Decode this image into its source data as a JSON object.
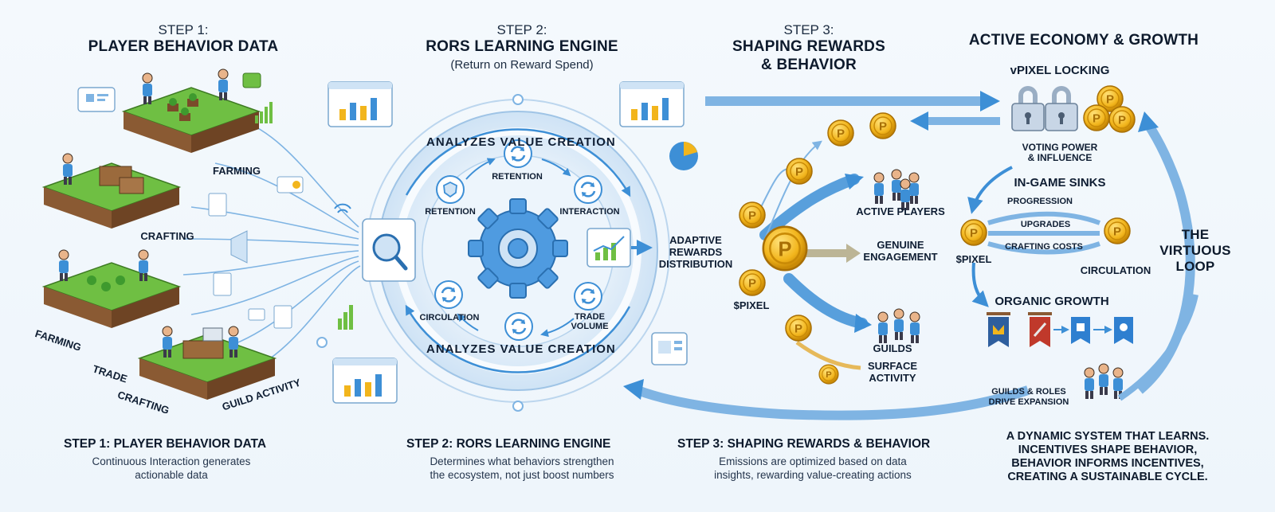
{
  "step1": {
    "label": "STEP 1:",
    "title": "PLAYER BEHAVIOR DATA",
    "tiles": [
      "FARMING",
      "CRAFTING",
      "FARMING",
      "TRADE",
      "CRAFTING",
      "GUILD ACTIVITY"
    ],
    "footer_title": "STEP 1: PLAYER BEHAVIOR DATA",
    "footer_desc_1": "Continuous Interaction generates",
    "footer_desc_2": "actionable data"
  },
  "step2": {
    "label": "STEP 2:",
    "title": "RORS LEARNING ENGINE",
    "subtitle": "(Return on Reward Spend)",
    "ring_text_top": "ANALYZES VALUE CREATION",
    "ring_text_bottom": "ANALYZES VALUE CREATION",
    "nodes": [
      "RETENTION",
      "RETENTION",
      "INTERACTION",
      "CIRCULATION",
      "TRADE",
      "VOLUME"
    ],
    "footer_title": "STEP 2: RORS LEARNING ENGINE",
    "footer_desc_1": "Determines what behaviors strengthen",
    "footer_desc_2": "the ecosystem, not just boost numbers"
  },
  "step3": {
    "label": "STEP 3:",
    "title_1": "SHAPING REWARDS",
    "title_2": "& BEHAVIOR",
    "distribution_1": "ADAPTIVE",
    "distribution_2": "REWARDS",
    "distribution_3": "DISTRIBUTION",
    "token": "$PIXEL",
    "outcomes": [
      "ACTIVE PLAYERS",
      "GENUINE",
      "ENGAGEMENT",
      "GUILDS",
      "SURFACE",
      "ACTIVITY"
    ],
    "footer_title": "STEP 3: SHAPING REWARDS & BEHAVIOR",
    "footer_desc_1": "Emissions are optimized based on data",
    "footer_desc_2": "insights, rewarding value-creating actions"
  },
  "economy": {
    "title": "ACTIVE ECONOMY & GROWTH",
    "locking": "vPIXEL LOCKING",
    "voting_1": "VOTING POWER",
    "voting_2": "& INFLUENCE",
    "sinks": "IN-GAME SINKS",
    "sink_items": [
      "PROGRESSION",
      "UPGRADES",
      "CRAFTING COSTS"
    ],
    "token": "$PIXEL",
    "circulation": "CIRCULATION",
    "organic": "ORGANIC GROWTH",
    "guilds_1": "GUILDS & ROLES",
    "guilds_2": "DRIVE EXPANSION",
    "loop_1": "THE",
    "loop_2": "VIRTUOUS",
    "loop_3": "LOOP",
    "closing": [
      "A DYNAMIC SYSTEM THAT LEARNS.",
      "INCENTIVES SHAPE BEHAVIOR,",
      "BEHAVIOR INFORMS INCENTIVES,",
      "CREATING A SUSTAINABLE CYCLE."
    ]
  },
  "colors": {
    "accent_blue": "#3d8fd6",
    "light_blue": "#cfe3f5",
    "coin_gold": "#f2b51c",
    "grass_green": "#5fae3c",
    "soil_brown": "#8a5a33",
    "text_dark": "#0d1a2c"
  },
  "icons": [
    "chart-window-icon",
    "magnifier-icon",
    "gear-icon",
    "cycle-icon",
    "shield-icon",
    "coin-icon",
    "lock-icon",
    "banner-icon",
    "people-icon",
    "wifi-icon",
    "document-icon",
    "pie-chart-icon"
  ]
}
